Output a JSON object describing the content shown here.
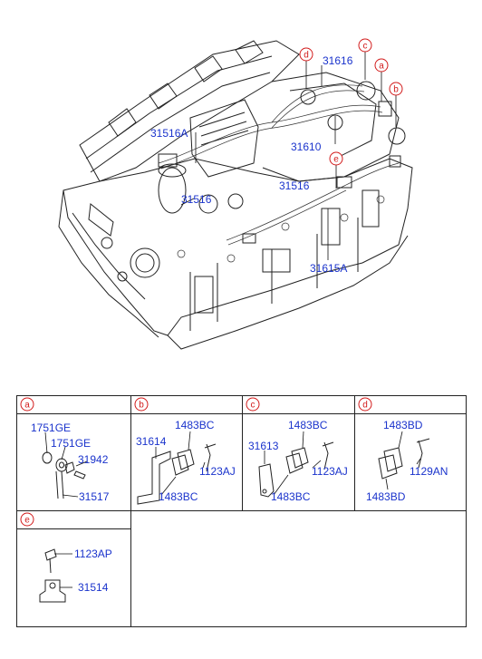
{
  "main_labels": {
    "l31616": "31616",
    "l31516a": "31516A",
    "l31610": "31610",
    "l31516": "31516",
    "l31516b": "31516",
    "l31615a": "31615A"
  },
  "callouts": {
    "a": "a",
    "b": "b",
    "c": "c",
    "d": "d",
    "e": "e"
  },
  "boxes": {
    "a": {
      "tag": "a",
      "labels": [
        "1751GE",
        "1751GE",
        "31942",
        "31517"
      ]
    },
    "b": {
      "tag": "b",
      "labels": [
        "1483BC",
        "31614",
        "1123AJ",
        "1483BC"
      ]
    },
    "c": {
      "tag": "c",
      "labels": [
        "1483BC",
        "31613",
        "1123AJ",
        "1483BC"
      ]
    },
    "d": {
      "tag": "d",
      "labels": [
        "1483BD",
        "1129AN",
        "1483BD"
      ]
    },
    "e": {
      "tag": "e",
      "labels": [
        "1123AP",
        "31514"
      ]
    }
  }
}
